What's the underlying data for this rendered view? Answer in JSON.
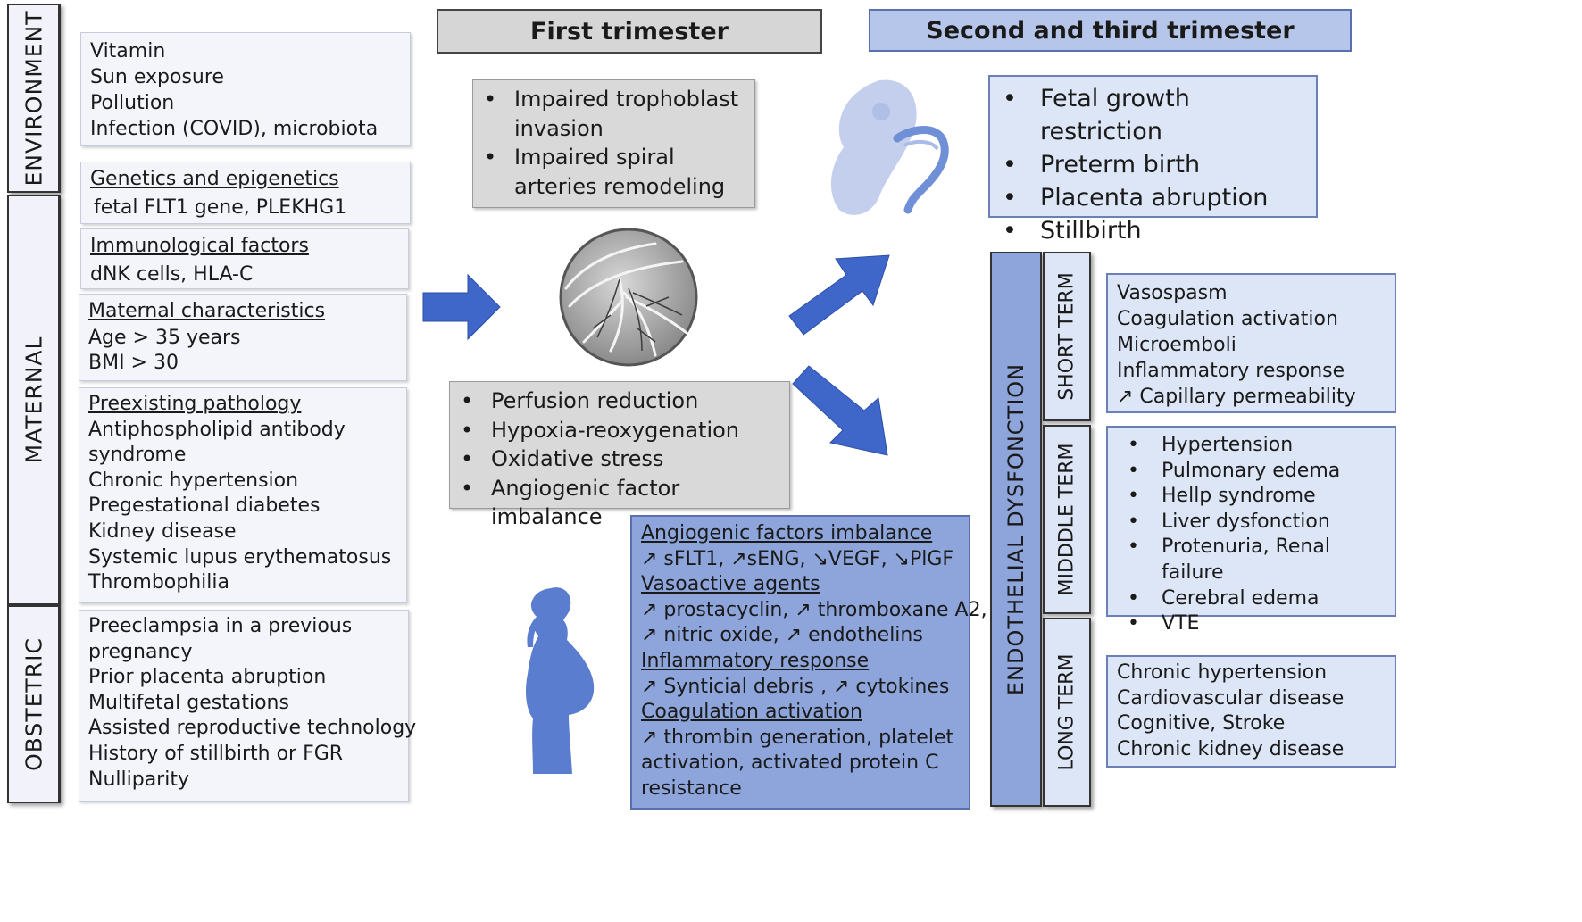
{
  "categories": {
    "environment": "ENVIRONMENT",
    "maternal": "MATERNAL",
    "obstetric": "OBSTETRIC"
  },
  "environment_box": [
    "Vitamin",
    "Sun exposure",
    "Pollution",
    "Infection (COVID), microbiota"
  ],
  "genetics_box": {
    "title": "Genetics and epigenetics",
    "lines": [
      "fetal FLT1 gene, PLEKHG1"
    ]
  },
  "immunological_box": {
    "title": "Immunological factors",
    "lines": [
      "dNK cells, HLA-C"
    ]
  },
  "maternal_char_box": {
    "title": "Maternal characteristics",
    "lines": [
      "Age > 35 years",
      "BMI > 30"
    ]
  },
  "preexisting_box": {
    "title": "Preexisting pathology",
    "lines": [
      "Antiphospholipid antibody",
      "syndrome",
      "Chronic hypertension",
      "Pregestational diabetes",
      "Kidney disease",
      "Systemic lupus erythematosus",
      "Thrombophilia"
    ]
  },
  "obstetric_box": [
    "Preeclampsia in a previous",
    "pregnancy",
    "Prior placenta abruption",
    "Multifetal gestations",
    "Assisted reproductive technology",
    "History of stillbirth or FGR",
    "Nulliparity"
  ],
  "headers": {
    "first": "First trimester",
    "second": "Second and third trimester"
  },
  "first_trimester_box": [
    [
      "Impaired trophoblast",
      "invasion"
    ],
    [
      "Impaired spiral",
      "arteries remodeling"
    ]
  ],
  "mechanism_box": [
    "Perfusion reduction",
    "Hypoxia-reoxygenation",
    "Oxidative stress",
    "Angiogenic factor imbalance"
  ],
  "outcomes_box": [
    "Fetal growth restriction",
    "Preterm birth",
    "Placenta abruption",
    "Stillbirth"
  ],
  "mediators_box": {
    "sections": [
      {
        "title": "Angiogenic factors imbalance",
        "lines": [
          "↗ sFLT1, ↗sENG, ↘VEGF, ↘PlGF"
        ]
      },
      {
        "title": "Vasoactive agents",
        "lines": [
          "↗ prostacyclin, ↗ thromboxane A2,",
          "↗ nitric oxide, ↗ endothelins"
        ]
      },
      {
        "title": "Inflammatory response",
        "lines": [
          "↗ Synticial debris , ↗ cytokines"
        ]
      },
      {
        "title": "Coagulation activation",
        "lines": [
          "↗ thrombin generation, platelet",
          "activation, activated protein C",
          "resistance"
        ]
      }
    ]
  },
  "endothelial_label": "ENDOTHELIAL DYSFONCTION",
  "terms": {
    "short": "SHORT TERM",
    "middle": "MIDDDLE TERM",
    "long": "LONG TERM"
  },
  "short_term_box": [
    "Vasospasm",
    "Coagulation activation",
    "Microemboli",
    "Inflammatory response",
    "↗ Capillary permeability"
  ],
  "middle_term_box": [
    "Hypertension",
    "Pulmonary edema",
    "Hellp syndrome",
    "Liver dysfonction",
    "Protenuria, Renal failure",
    "Cerebral edema",
    "VTE"
  ],
  "long_term_box": [
    "Chronic hypertension",
    "Cardiovascular disease",
    "Cognitive, Stroke",
    "Chronic kidney disease"
  ],
  "colors": {
    "arrow_blue": "#3f66c9",
    "light_blue": "#dde6f6",
    "mid_blue": "#8ea5dc",
    "grey_box": "#d9d9d9",
    "figure_blue": "#5b7dcf"
  }
}
